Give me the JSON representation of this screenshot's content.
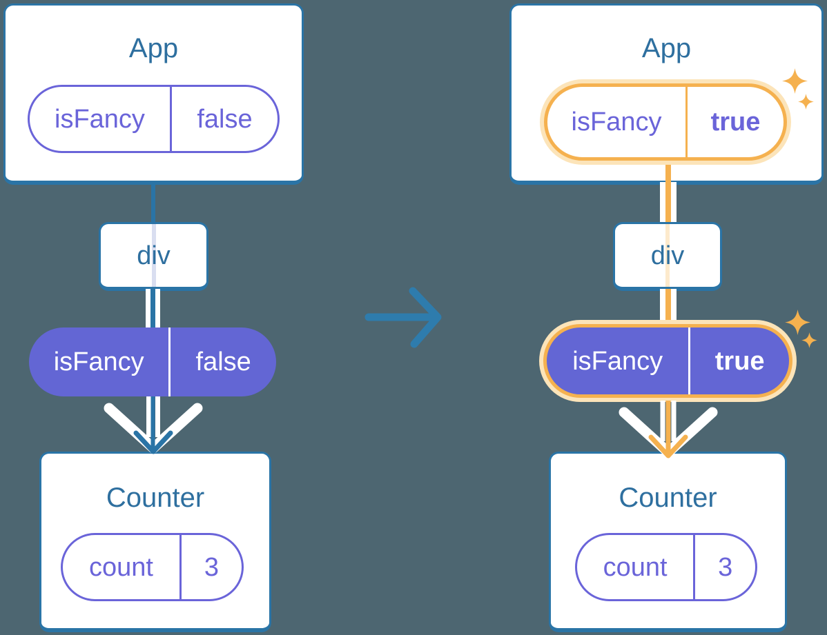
{
  "before": {
    "app": {
      "title": "App",
      "prop": {
        "name": "isFancy",
        "value": "false"
      }
    },
    "div": {
      "label": "div"
    },
    "prop_pill": {
      "name": "isFancy",
      "value": "false"
    },
    "counter": {
      "title": "Counter",
      "state": {
        "name": "count",
        "value": "3"
      }
    }
  },
  "after": {
    "app": {
      "title": "App",
      "prop": {
        "name": "isFancy",
        "value": "true"
      }
    },
    "div": {
      "label": "div"
    },
    "prop_pill": {
      "name": "isFancy",
      "value": "true"
    },
    "counter": {
      "title": "Counter",
      "state": {
        "name": "count",
        "value": "3"
      }
    }
  },
  "colors": {
    "background": "#4d6671",
    "card_border": "#2a74a6",
    "title_text": "#2e6f9f",
    "purple_outline": "#6a64d9",
    "purple_fill": "#6366d4",
    "highlight_orange": "#f5b14f",
    "highlight_glow": "#fce4b9",
    "pale_purple_line": "#d9def0",
    "pale_orange_line": "#fdeacc",
    "transition_arrow": "#2e7cad",
    "flow_arrow_white": "#ffffff"
  },
  "icons": {
    "sparkle": "four-pointed-star",
    "transition_arrow": "right-arrow",
    "flow_arrow": "down-chevron-arrow"
  }
}
